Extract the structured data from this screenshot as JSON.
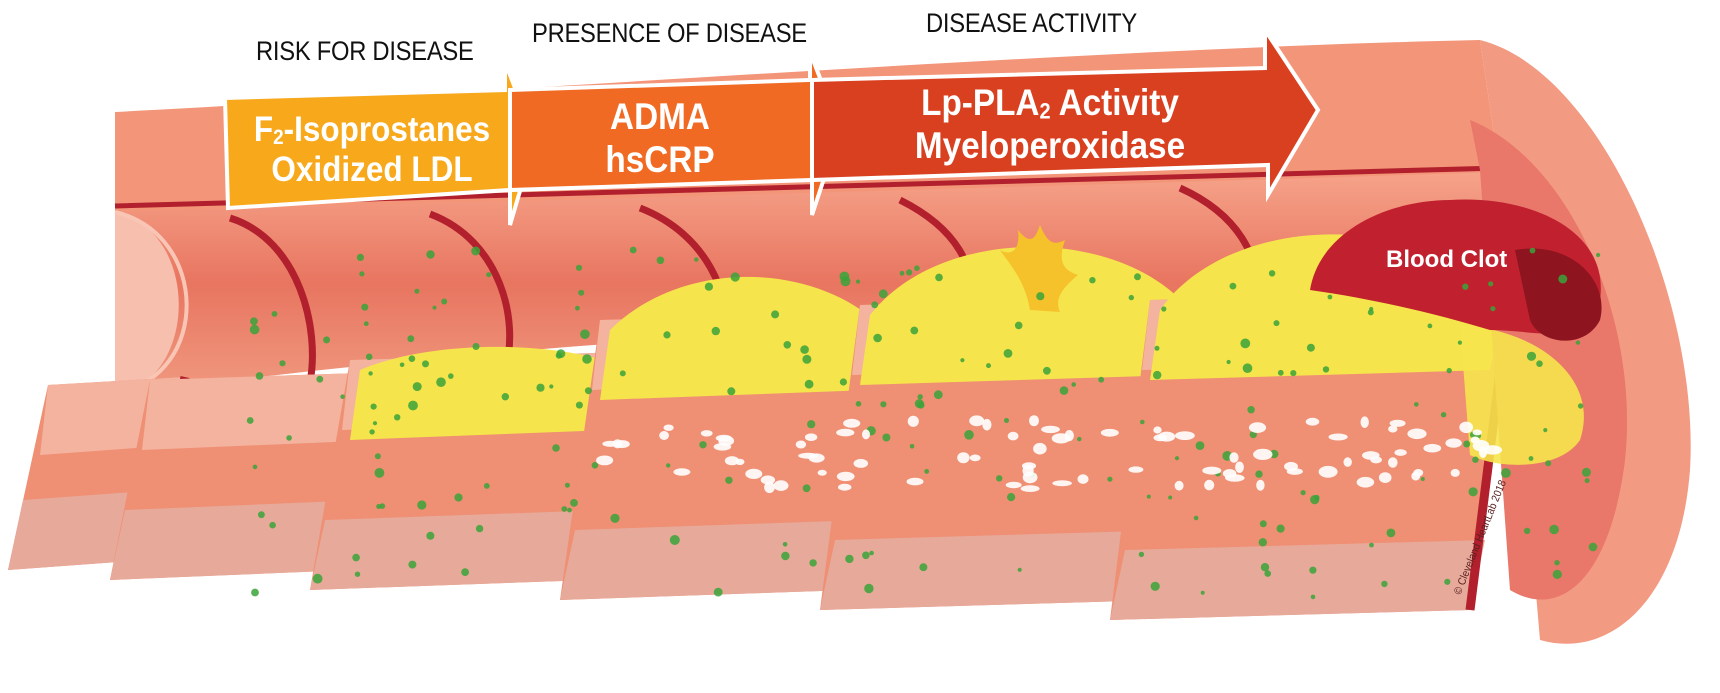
{
  "stages": [
    {
      "label": "RISK FOR DISEASE",
      "line1_main": "F",
      "line1_sub": "2",
      "line1_rest": "-Isoprostanes",
      "line2": "Oxidized LDL",
      "color": "#f7a81b"
    },
    {
      "label": "PRESENCE OF DISEASE",
      "line1_main": "ADMA",
      "line1_sub": "",
      "line1_rest": "",
      "line2": "hsCRP",
      "color": "#f06a24"
    },
    {
      "label": "DISEASE ACTIVITY",
      "line1_main": "Lp-PLA",
      "line1_sub": "2",
      "line1_rest": " Activity",
      "line2": "Myeloperoxidase",
      "color": "#d9401f"
    }
  ],
  "clot_label": "Blood Clot",
  "copyright": "© Cleveland HeartLab 2018",
  "colors": {
    "vessel_outer": "#f2967c",
    "vessel_inner": "#e8735e",
    "vessel_dark": "#b1202c",
    "tissue_light": "#f4b39f",
    "tissue_mid": "#ef8f73",
    "plaque_yellow": "#f6e44c",
    "clot": "#c1202f",
    "green_dot": "#3aa33a"
  }
}
